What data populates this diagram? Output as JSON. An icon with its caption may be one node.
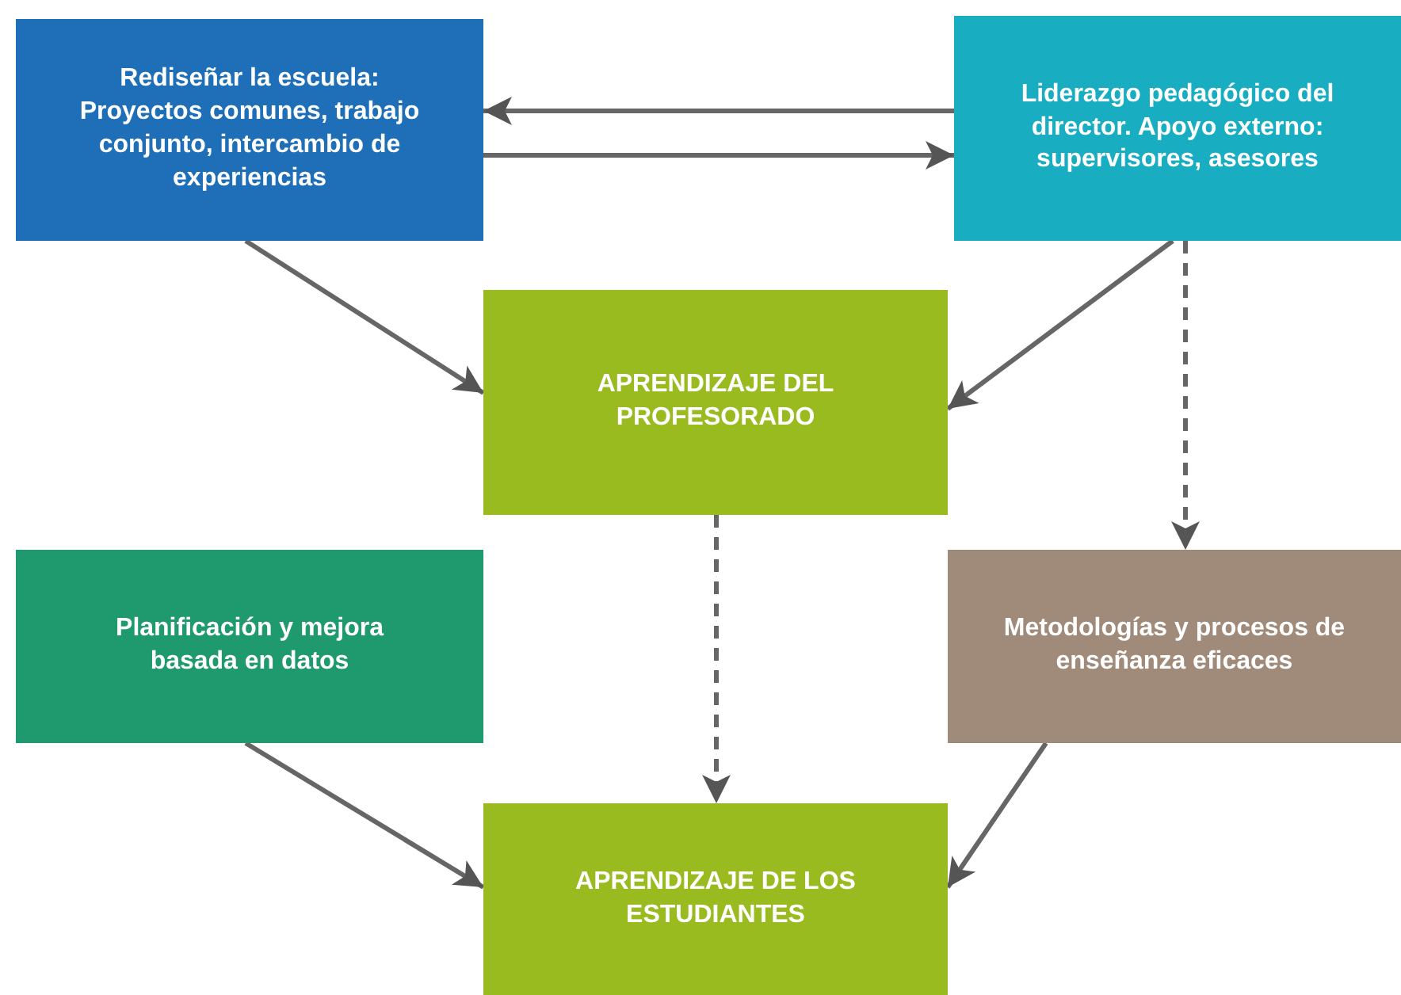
{
  "diagram": {
    "nodes": [
      {
        "text": [
          "Rediseñar la escuela: Proyectos comunes, trabajo conjunto, intercambio de experiencias"
        ]
      },
      {
        "text": [
          "Liderazgo pedagógico del director. Apoyo externo: supervisores, asesores"
        ]
      },
      {
        "text": [
          "APRENDIZAJE DEL PROFESORADO"
        ]
      },
      {
        "text": [
          "Planificación y mejora basada en datos"
        ]
      },
      {
        "text": [
          "Metodologías y procesos de enseñanza eficaces"
        ]
      },
      {
        "text": [
          "APRENDIZAJE DE LOS ESTUDIANTES"
        ]
      }
    ],
    "edges": [
      {
        "from": 1,
        "to": 0,
        "arrow": "to"
      },
      {
        "from": 0,
        "to": 1,
        "arrow": "to"
      },
      {
        "from": 0,
        "to": 2,
        "arrow": "to"
      },
      {
        "from": 1,
        "to": 2,
        "arrow": "to"
      },
      {
        "from": 1,
        "to": 4,
        "arrow": "to",
        "style": "dashed"
      },
      {
        "from": 2,
        "to": 5,
        "arrow": "to",
        "style": "dashed"
      },
      {
        "from": 3,
        "to": 5,
        "arrow": "to"
      },
      {
        "from": 4,
        "to": 5,
        "arrow": "to"
      }
    ]
  }
}
